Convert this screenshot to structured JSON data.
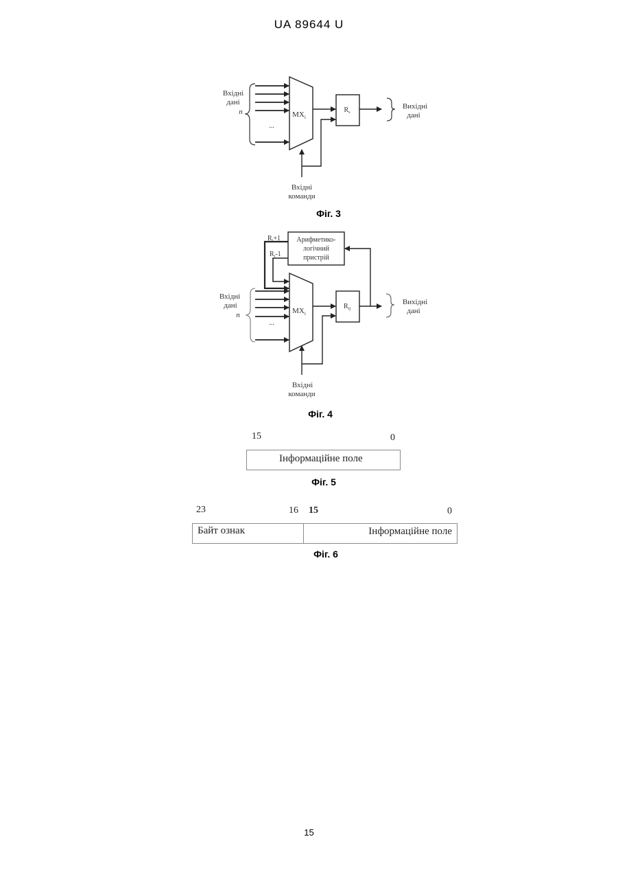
{
  "header": {
    "patent_number": "UA   89644   U"
  },
  "fig3": {
    "inputs_label_1": "Вхідні",
    "inputs_label_2": "дані",
    "inputs_label_n": "n",
    "dots": "...",
    "mux_label": "MX",
    "mux_sub": "i",
    "reg_label": "R",
    "reg_sub": "s",
    "outputs_label_1": "Вихідні",
    "outputs_label_2": "дані",
    "commands_label_1": "Вхідні",
    "commands_label_2": "команди",
    "caption": "Фіг. 3"
  },
  "fig4": {
    "alu_line_1": "Арифметико-",
    "alu_line_2": "логічний",
    "alu_line_3": "пристрій",
    "feedback_plus": "R",
    "feedback_plus_sub": "i",
    "feedback_plus_suffix": "+1",
    "feedback_minus": "R",
    "feedback_minus_sub": "i",
    "feedback_minus_suffix": "-1",
    "inputs_label_1": "Вхідні",
    "inputs_label_2": "дані",
    "inputs_label_n": "n",
    "dots": "...",
    "mux_label": "MX",
    "mux_sub": "i",
    "reg_label": "R",
    "reg_sub": "ij",
    "outputs_label_1": "Вихідні",
    "outputs_label_2": "дані",
    "commands_label_1": "Вхідні",
    "commands_label_2": "команди",
    "caption": "Фіг. 4"
  },
  "fig5": {
    "bit_high": "15",
    "bit_low": "0",
    "field_label": "Інформаційне поле",
    "caption": "Фіг. 5"
  },
  "fig6": {
    "bit_23": "23",
    "bit_16": "16",
    "bit_15": "15",
    "bit_0": "0",
    "field_flags": "Байт ознак",
    "field_info": "Інформаційне поле",
    "caption": "Фіг. 6"
  },
  "page_number": "15"
}
